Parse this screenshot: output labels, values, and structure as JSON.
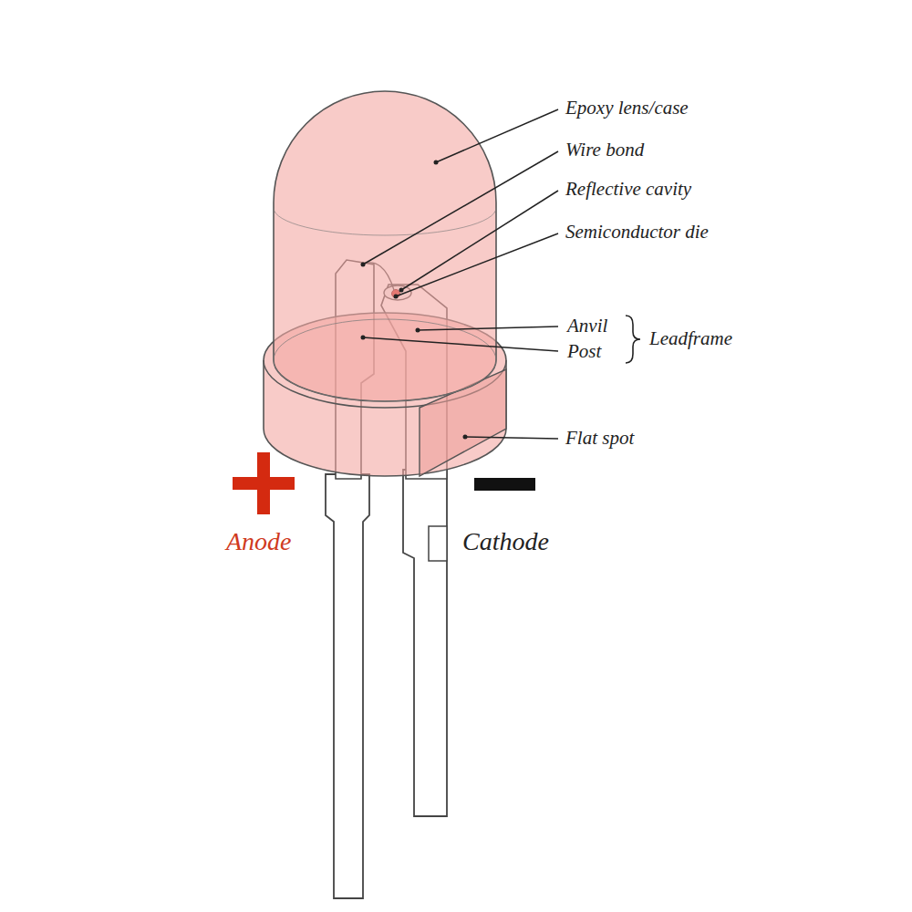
{
  "diagram": {
    "labels": [
      "Epoxy lens/case",
      "Wire bond",
      "Reflective cavity",
      "Semiconductor die",
      "Anvil",
      "Post",
      "Leadframe",
      "Flat spot",
      "Anode",
      "Cathode"
    ]
  }
}
